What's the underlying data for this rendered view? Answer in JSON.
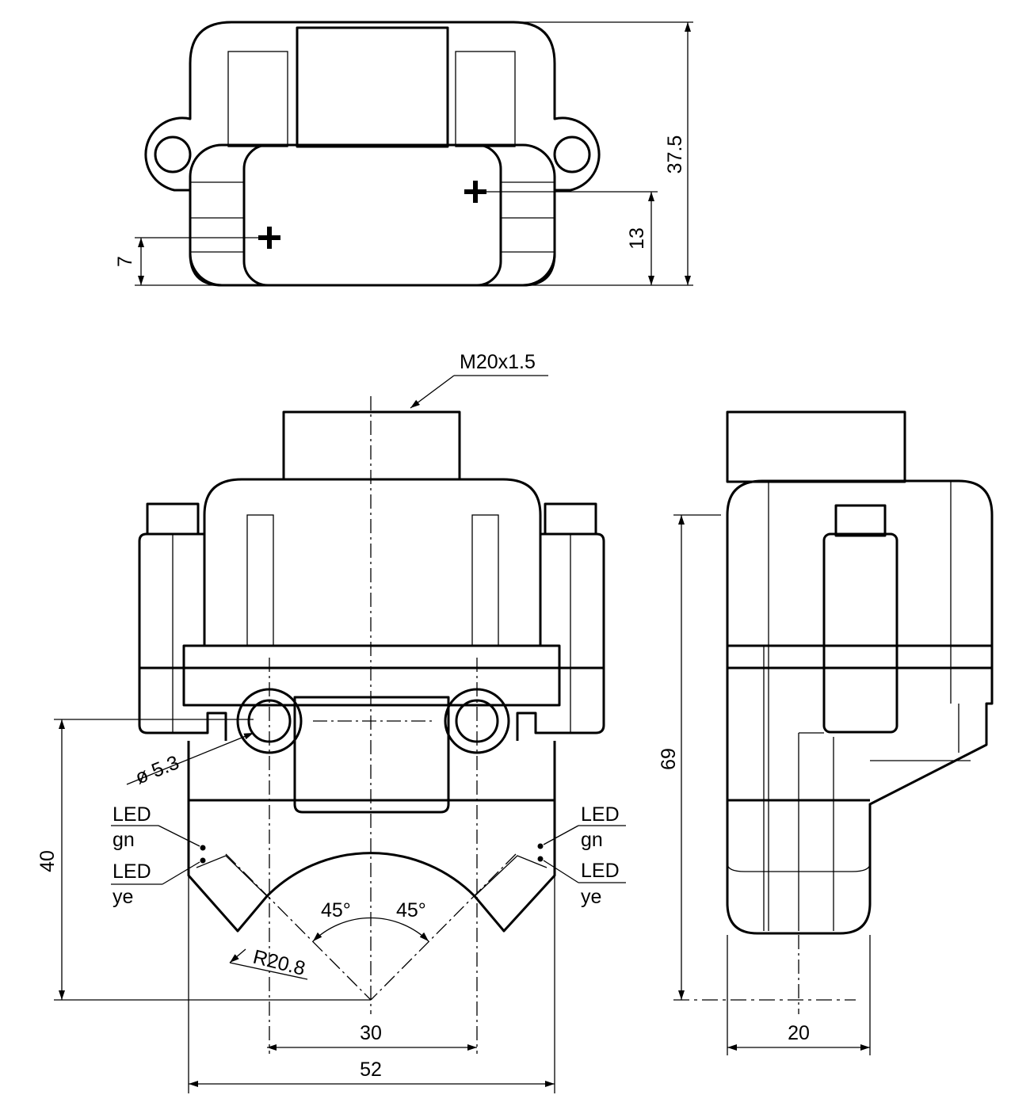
{
  "top_view": {
    "dim_height": "37.5",
    "dim_13": "13",
    "dim_7": "7"
  },
  "front_view": {
    "thread": "M20x1.5",
    "hole": "ø 5.3",
    "led_left": {
      "led1": "LED",
      "color1": "gn",
      "led2": "LED",
      "color2": "ye"
    },
    "led_right": {
      "led1": "LED",
      "color1": "gn",
      "led2": "LED",
      "color2": "ye"
    },
    "angle_left": "45°",
    "angle_right": "45°",
    "radius": "R20.8",
    "dim_40": "40",
    "dim_30": "30",
    "dim_52": "52"
  },
  "side_view": {
    "dim_69": "69",
    "dim_20": "20"
  }
}
